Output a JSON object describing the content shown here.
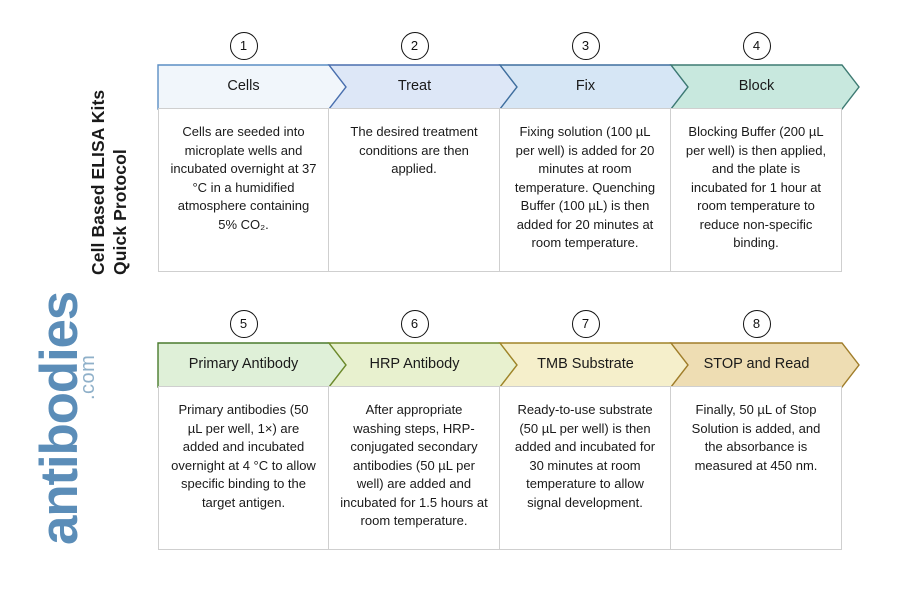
{
  "page": {
    "title_line_1": "Cell Based ELISA Kits",
    "title_line_2": "Quick Protocol",
    "background": "#ffffff"
  },
  "logo": {
    "word": "antibodies",
    "tld": ".com",
    "word_color": "#5b8db8",
    "tld_color": "#8fb0c9"
  },
  "rows": [
    {
      "steps": [
        {
          "number": "1",
          "label": "Cells",
          "description": "Cells are seeded into microplate wells and incubated overnight at 37 °C in a humidified atmosphere containing 5% CO₂.",
          "fill": "#f1f6fb",
          "stroke": "#5b8ec4"
        },
        {
          "number": "2",
          "label": "Treat",
          "description": "The desired treatment conditions are then applied.",
          "fill": "#dde7f7",
          "stroke": "#4a6fae"
        },
        {
          "number": "3",
          "label": "Fix",
          "description": "Fixing solution (100 µL per well) is added for 20 minutes at room temperature. Quenching Buffer (100 µL) is then added for 20 minutes at room temperature.",
          "fill": "#d6e6f5",
          "stroke": "#3f6f9e"
        },
        {
          "number": "4",
          "label": "Block",
          "description": "Blocking Buffer (200 µL per well) is then applied, and the plate is incubated for 1 hour at room temperature to reduce non-specific binding.",
          "fill": "#c8e8de",
          "stroke": "#3d7a72"
        }
      ]
    },
    {
      "steps": [
        {
          "number": "5",
          "label": "Primary Antibody",
          "description": "Primary antibodies (50 µL per well, 1×) are added and incubated overnight at 4 °C to allow specific binding to the target antigen.",
          "fill": "#dff0d8",
          "stroke": "#4a7a2e"
        },
        {
          "number": "6",
          "label": "HRP Antibody",
          "description": "After appropriate washing steps, HRP-conjugated secondary antibodies (50 µL per well) are added and incubated for 1.5 hours at room temperature.",
          "fill": "#e8f1cf",
          "stroke": "#6d8a2b"
        },
        {
          "number": "7",
          "label": "TMB Substrate",
          "description": "Ready-to-use substrate (50 µL per well) is then added and incubated for 30 minutes at room temperature to allow signal development.",
          "fill": "#f5efcb",
          "stroke": "#a08428"
        },
        {
          "number": "8",
          "label": "STOP and Read",
          "description": "Finally, 50 µL of Stop Solution is added, and the absorbance is measured at 450 nm.",
          "fill": "#eeddb3",
          "stroke": "#a07d2a"
        }
      ]
    }
  ]
}
